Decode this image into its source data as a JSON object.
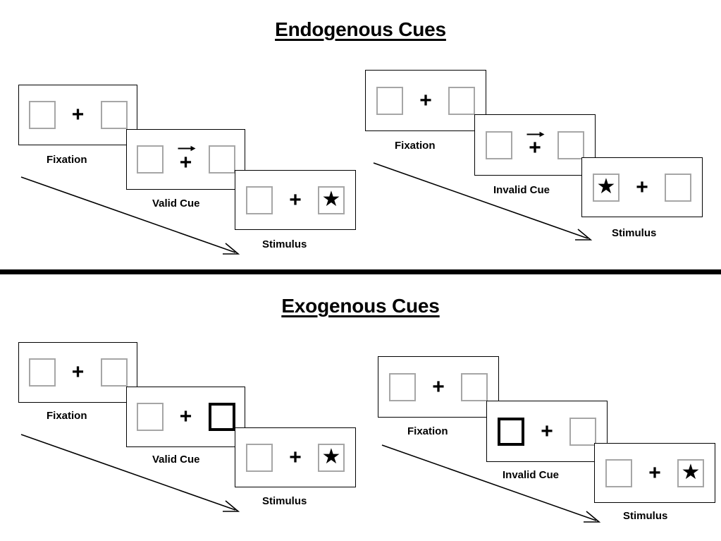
{
  "figure": {
    "sections": [
      {
        "id": "endogenous",
        "title": "Endogenous Cues",
        "sequences": [
          {
            "id": "endogenous-valid",
            "cue_type": "valid",
            "frames": [
              {
                "label": "Fixation",
                "left_box": {
                  "content": "empty",
                  "cued": false
                },
                "center": {
                  "fixation": "+",
                  "arrow": "none"
                },
                "right_box": {
                  "content": "empty",
                  "cued": false
                }
              },
              {
                "label": "Valid Cue",
                "left_box": {
                  "content": "empty",
                  "cued": false
                },
                "center": {
                  "fixation": "+",
                  "arrow": "right"
                },
                "right_box": {
                  "content": "empty",
                  "cued": false
                }
              },
              {
                "label": "Stimulus",
                "left_box": {
                  "content": "empty",
                  "cued": false
                },
                "center": {
                  "fixation": "+",
                  "arrow": "none"
                },
                "right_box": {
                  "content": "star",
                  "cued": false,
                  "symbol": "★"
                }
              }
            ]
          },
          {
            "id": "endogenous-invalid",
            "cue_type": "invalid",
            "frames": [
              {
                "label": "Fixation",
                "left_box": {
                  "content": "empty",
                  "cued": false
                },
                "center": {
                  "fixation": "+",
                  "arrow": "none"
                },
                "right_box": {
                  "content": "empty",
                  "cued": false
                }
              },
              {
                "label": "Invalid Cue",
                "left_box": {
                  "content": "empty",
                  "cued": false
                },
                "center": {
                  "fixation": "+",
                  "arrow": "right"
                },
                "right_box": {
                  "content": "empty",
                  "cued": false
                }
              },
              {
                "label": "Stimulus",
                "left_box": {
                  "content": "star",
                  "cued": false,
                  "symbol": "★"
                },
                "center": {
                  "fixation": "+",
                  "arrow": "none"
                },
                "right_box": {
                  "content": "empty",
                  "cued": false
                }
              }
            ]
          }
        ]
      },
      {
        "id": "exogenous",
        "title": "Exogenous Cues",
        "sequences": [
          {
            "id": "exogenous-valid",
            "cue_type": "valid",
            "frames": [
              {
                "label": "Fixation",
                "left_box": {
                  "content": "empty",
                  "cued": false
                },
                "center": {
                  "fixation": "+",
                  "arrow": "none"
                },
                "right_box": {
                  "content": "empty",
                  "cued": false
                }
              },
              {
                "label": "Valid Cue",
                "left_box": {
                  "content": "empty",
                  "cued": false
                },
                "center": {
                  "fixation": "+",
                  "arrow": "none"
                },
                "right_box": {
                  "content": "empty",
                  "cued": true
                }
              },
              {
                "label": "Stimulus",
                "left_box": {
                  "content": "empty",
                  "cued": false
                },
                "center": {
                  "fixation": "+",
                  "arrow": "none"
                },
                "right_box": {
                  "content": "star",
                  "cued": false,
                  "symbol": "★"
                }
              }
            ]
          },
          {
            "id": "exogenous-invalid",
            "cue_type": "invalid",
            "frames": [
              {
                "label": "Fixation",
                "left_box": {
                  "content": "empty",
                  "cued": false
                },
                "center": {
                  "fixation": "+",
                  "arrow": "none"
                },
                "right_box": {
                  "content": "empty",
                  "cued": false
                }
              },
              {
                "label": "Invalid Cue",
                "left_box": {
                  "content": "empty",
                  "cued": true
                },
                "center": {
                  "fixation": "+",
                  "arrow": "none"
                },
                "right_box": {
                  "content": "empty",
                  "cued": false
                }
              },
              {
                "label": "Stimulus",
                "left_box": {
                  "content": "empty",
                  "cued": false
                },
                "center": {
                  "fixation": "+",
                  "arrow": "none"
                },
                "right_box": {
                  "content": "star",
                  "cued": false,
                  "symbol": "★"
                }
              }
            ]
          }
        ]
      }
    ],
    "colors": {
      "background": "#ffffff",
      "panel_border": "#000000",
      "box_border": "#a6a6a6",
      "cued_box_border": "#000000",
      "symbol": "#000000",
      "divider": "#000000"
    }
  }
}
